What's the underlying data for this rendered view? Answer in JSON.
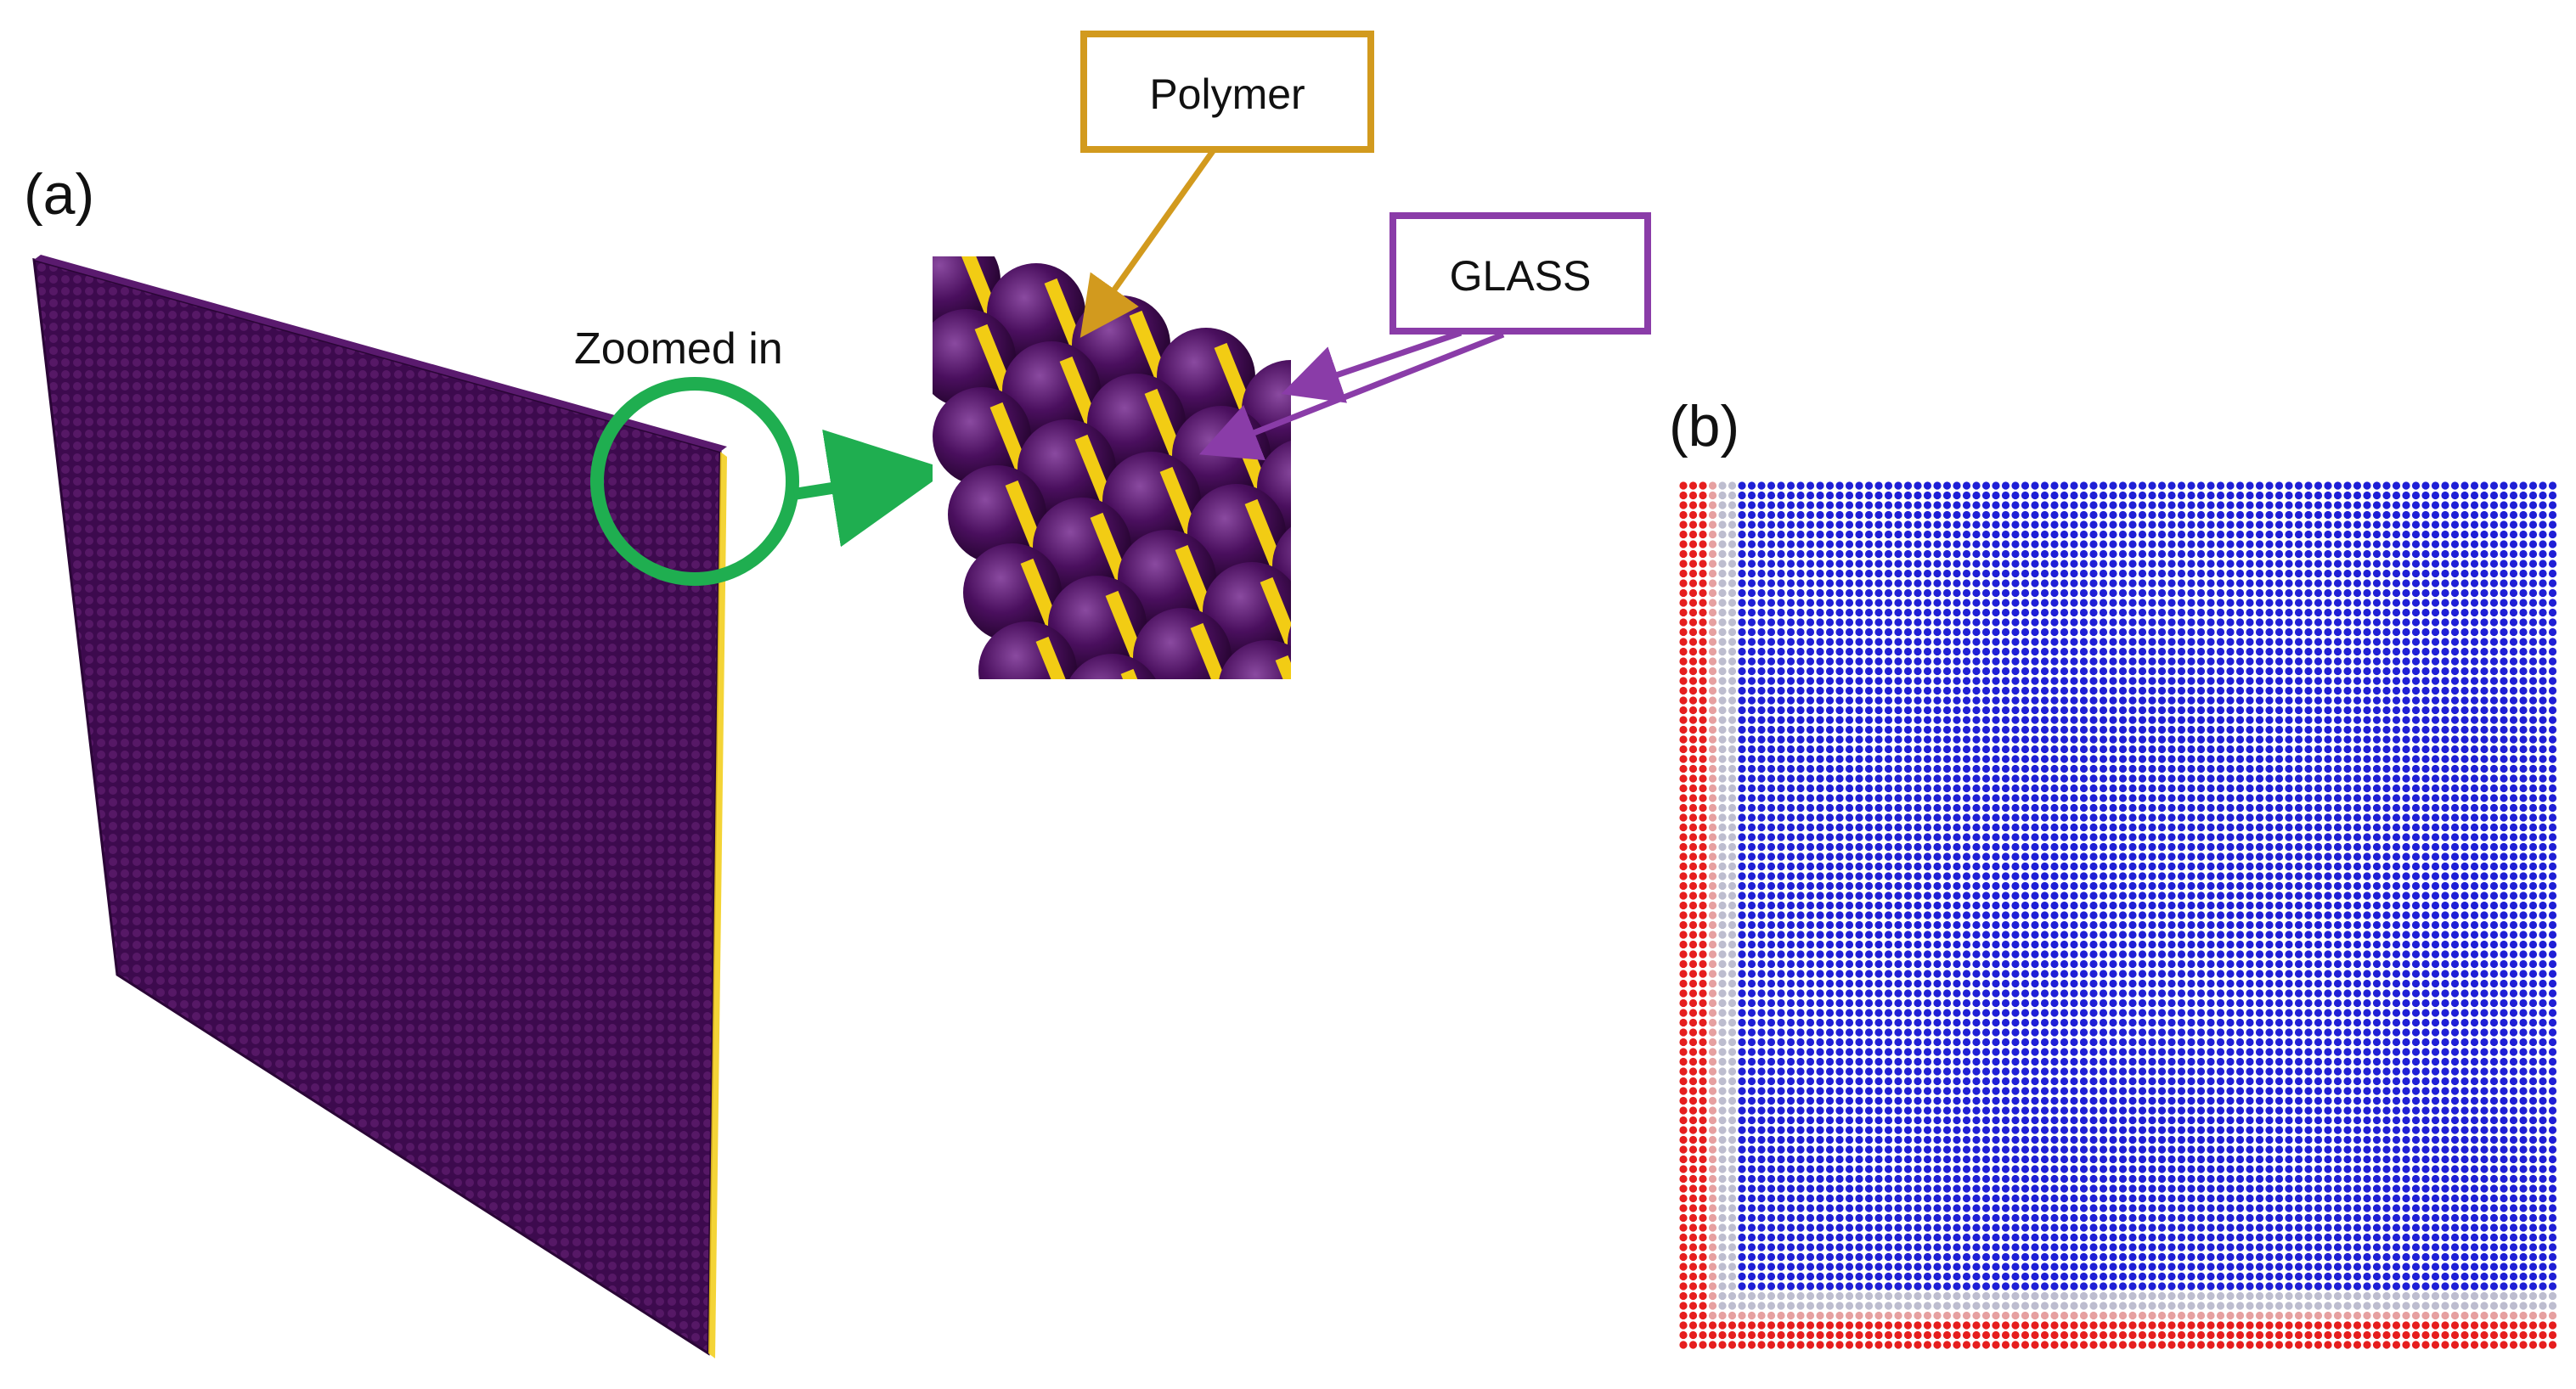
{
  "panels": {
    "a": {
      "label": "(a)"
    },
    "b": {
      "label": "(b)"
    }
  },
  "annotations": {
    "zoomed_in": "Zoomed in",
    "polymer": "Polymer",
    "glass": "GLASS"
  },
  "colors": {
    "plate": "#3d0a4e",
    "plate_dots": "#5a1a6e",
    "sphere": "#4a0f5e",
    "polymer_band": "#f2cc14",
    "polymer_box": "#d29a1e",
    "glass_box": "#8a3ca8",
    "zoom_circle": "#1fae50",
    "lattice_blue": "#1f1fd6",
    "lattice_red": "#e61e1e",
    "lattice_grey": "#bdbdcf",
    "lattice_light": "#e6a0a0"
  }
}
